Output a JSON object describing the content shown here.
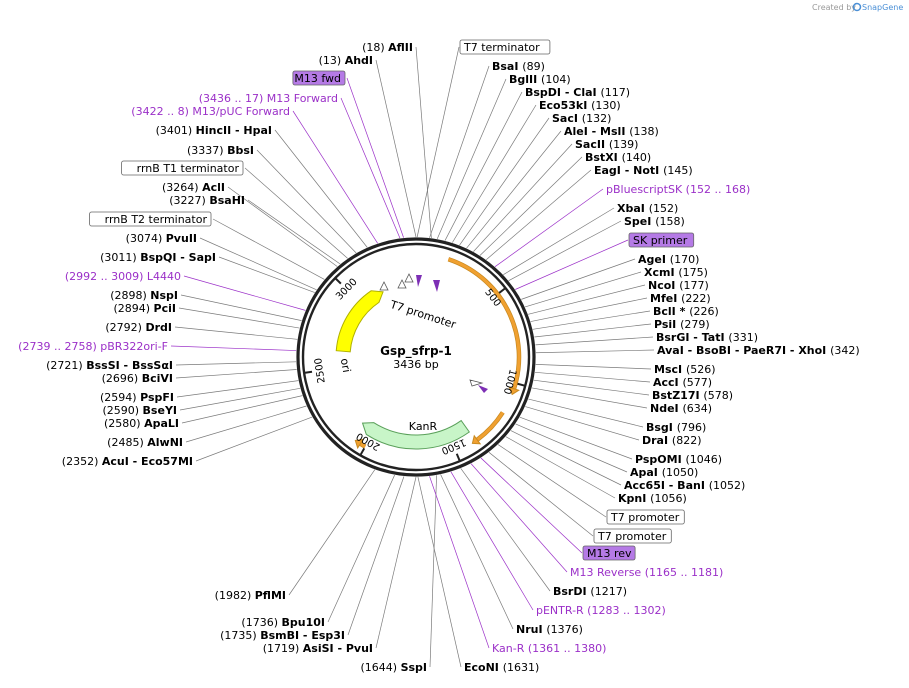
{
  "credit": {
    "prefix": "Created by",
    "brand": "SnapGene"
  },
  "plasmid": {
    "name": "Gsp_sfrp-1",
    "size_label": "3436 bp",
    "length": 3436
  },
  "colors": {
    "primer": "#9b30c8",
    "feature_orange": "#f0a030",
    "ori_yellow": "#ffff00",
    "kanr_green": "#c8f5c8",
    "primer_bind": "#b57ae6",
    "backbone": "#222222",
    "site_line": "#7a7a7a"
  },
  "ticks": [
    {
      "label": "500",
      "pos": 500
    },
    {
      "label": "1000",
      "pos": 1000
    },
    {
      "label": "1500",
      "pos": 1500
    },
    {
      "label": "2000",
      "pos": 2000
    },
    {
      "label": "2500",
      "pos": 2500
    },
    {
      "label": "3000",
      "pos": 3000
    }
  ],
  "features": [
    {
      "name": "T7 promoter",
      "start": 152,
      "end": 170,
      "kind": "promoter",
      "show": true
    },
    {
      "name": "",
      "start": 175,
      "end": 1030,
      "kind": "orange-arc-right",
      "show": false
    },
    {
      "name": "",
      "start": 1170,
      "end": 1370,
      "kind": "orange-small",
      "show": false
    },
    {
      "name": "KanR",
      "start": 1380,
      "end": 2030,
      "kind": "kanr",
      "show": true
    },
    {
      "name": "",
      "start": 2000,
      "end": 2030,
      "kind": "orange-bottom",
      "show": false
    },
    {
      "name": "ori",
      "start": 2620,
      "end": 3110,
      "kind": "ori",
      "show": true
    }
  ],
  "left_labels": [
    {
      "pos": 13,
      "enzyme": "AhdI",
      "num": "(13)",
      "kind": "enz"
    },
    {
      "pos": 18,
      "enzyme": "AflII",
      "num": "(18)",
      "kind": "enz"
    },
    {
      "pos": 15,
      "text": "M13 fwd",
      "kind": "boxed-primer"
    },
    {
      "pos": 8,
      "text": "(3436 .. 17)  M13 Forward",
      "kind": "primer"
    },
    {
      "pos": 3430,
      "text": "(3422 .. 8)  M13/pUC Forward",
      "kind": "primer"
    },
    {
      "pos": 3401,
      "enzyme": "HincII  -  HpaI",
      "num": "(3401)",
      "kind": "enz"
    },
    {
      "pos": 3337,
      "enzyme": "BbsI",
      "num": "(3337)",
      "kind": "enz"
    },
    {
      "pos": 3300,
      "text": "rrnB T1 terminator",
      "kind": "boxed"
    },
    {
      "pos": 3264,
      "enzyme": "AclI",
      "num": "(3264)",
      "kind": "enz"
    },
    {
      "pos": 3227,
      "enzyme": "BsaHI",
      "num": "(3227)",
      "kind": "enz"
    },
    {
      "pos": 3150,
      "text": "rrnB T2 terminator",
      "kind": "boxed"
    },
    {
      "pos": 3074,
      "enzyme": "PvuII",
      "num": "(3074)",
      "kind": "enz"
    },
    {
      "pos": 3011,
      "enzyme": "BspQI  -  SapI",
      "num": "(3011)",
      "kind": "enz"
    },
    {
      "pos": 3000,
      "text": "(2992 .. 3009)  L4440",
      "kind": "primer"
    },
    {
      "pos": 2898,
      "enzyme": "NspI",
      "num": "(2898)",
      "kind": "enz"
    },
    {
      "pos": 2894,
      "enzyme": "PciI",
      "num": "(2894)",
      "kind": "enz"
    },
    {
      "pos": 2792,
      "enzyme": "DrdI",
      "num": "(2792)",
      "kind": "enz"
    },
    {
      "pos": 2748,
      "text": "(2739 .. 2758)  pBR322ori-F",
      "kind": "primer"
    },
    {
      "pos": 2721,
      "enzyme": "BssSI  -  BssSαI",
      "num": "(2721)",
      "kind": "enz"
    },
    {
      "pos": 2696,
      "enzyme": "BciVI",
      "num": "(2696)",
      "kind": "enz"
    },
    {
      "pos": 2594,
      "enzyme": "PspFI",
      "num": "(2594)",
      "kind": "enz"
    },
    {
      "pos": 2590,
      "enzyme": "BseYI",
      "num": "(2590)",
      "kind": "enz"
    },
    {
      "pos": 2580,
      "enzyme": "ApaLI",
      "num": "(2580)",
      "kind": "enz"
    },
    {
      "pos": 2485,
      "enzyme": "AlwNI",
      "num": "(2485)",
      "kind": "enz"
    },
    {
      "pos": 2352,
      "enzyme": "AcuI  -  Eco57MI",
      "num": "(2352)",
      "kind": "enz"
    },
    {
      "pos": 1982,
      "enzyme": "PflMI",
      "num": "(1982)",
      "kind": "enz"
    },
    {
      "pos": 1736,
      "enzyme": "Bpu10I",
      "num": "(1736)",
      "kind": "enz"
    },
    {
      "pos": 1735,
      "enzyme": "BsmBI  -  Esp3I",
      "num": "(1735)",
      "kind": "enz"
    },
    {
      "pos": 1719,
      "enzyme": "AsiSI  -  PvuI",
      "num": "(1719)",
      "kind": "enz"
    },
    {
      "pos": 1644,
      "enzyme": "SspI",
      "num": "(1644)",
      "kind": "enz"
    }
  ],
  "right_labels": [
    {
      "pos": 60,
      "text": "T7 terminator",
      "kind": "boxed"
    },
    {
      "pos": 89,
      "enzyme": "BsaI",
      "num": "(89)",
      "kind": "enz"
    },
    {
      "pos": 104,
      "enzyme": "BglII",
      "num": "(104)",
      "kind": "enz"
    },
    {
      "pos": 117,
      "enzyme": "BspDI  -  ClaI",
      "num": "(117)",
      "kind": "enz"
    },
    {
      "pos": 130,
      "enzyme": "Eco53kI",
      "num": "(130)",
      "kind": "enz"
    },
    {
      "pos": 132,
      "enzyme": "SacI",
      "num": "(132)",
      "kind": "enz"
    },
    {
      "pos": 138,
      "enzyme": "AleI  -  MslI",
      "num": "(138)",
      "kind": "enz"
    },
    {
      "pos": 139,
      "enzyme": "SacII",
      "num": "(139)",
      "kind": "enz"
    },
    {
      "pos": 140,
      "enzyme": "BstXI",
      "num": "(140)",
      "kind": "enz"
    },
    {
      "pos": 145,
      "enzyme": "EagI  -  NotI",
      "num": "(145)",
      "kind": "enz"
    },
    {
      "pos": 160,
      "text": "pBluescriptSK    (152 .. 168)",
      "kind": "primer"
    },
    {
      "pos": 152,
      "enzyme": "XbaI",
      "num": "(152)",
      "kind": "enz"
    },
    {
      "pos": 158,
      "enzyme": "SpeI",
      "num": "(158)",
      "kind": "enz"
    },
    {
      "pos": 162,
      "text": "SK primer",
      "kind": "boxed-primer"
    },
    {
      "pos": 170,
      "enzyme": "AgeI",
      "num": "(170)",
      "kind": "enz"
    },
    {
      "pos": 175,
      "enzyme": "XcmI",
      "num": "(175)",
      "kind": "enz"
    },
    {
      "pos": 177,
      "enzyme": "NcoI",
      "num": "(177)",
      "kind": "enz"
    },
    {
      "pos": 222,
      "enzyme": "MfeI",
      "num": "(222)",
      "kind": "enz"
    },
    {
      "pos": 226,
      "enzyme": "BclI *",
      "num": "(226)",
      "kind": "enz"
    },
    {
      "pos": 279,
      "enzyme": "PsiI",
      "num": "(279)",
      "kind": "enz"
    },
    {
      "pos": 331,
      "enzyme": "BsrGI  -  TatI",
      "num": "(331)",
      "kind": "enz"
    },
    {
      "pos": 342,
      "enzyme": "AvaI  -  BsoBI  -  PaeR7I  -  XhoI",
      "num": "(342)",
      "kind": "enz"
    },
    {
      "pos": 526,
      "enzyme": "MscI",
      "num": "(526)",
      "kind": "enz"
    },
    {
      "pos": 577,
      "enzyme": "AccI",
      "num": "(577)",
      "kind": "enz"
    },
    {
      "pos": 578,
      "enzyme": "BstZ17I",
      "num": "(578)",
      "kind": "enz"
    },
    {
      "pos": 634,
      "enzyme": "NdeI",
      "num": "(634)",
      "kind": "enz"
    },
    {
      "pos": 796,
      "enzyme": "BsgI",
      "num": "(796)",
      "kind": "enz"
    },
    {
      "pos": 822,
      "enzyme": "DraI",
      "num": "(822)",
      "kind": "enz"
    },
    {
      "pos": 1046,
      "enzyme": "PspOMI",
      "num": "(1046)",
      "kind": "enz"
    },
    {
      "pos": 1050,
      "enzyme": "ApaI",
      "num": "(1050)",
      "kind": "enz"
    },
    {
      "pos": 1052,
      "enzyme": "Acc65I  -  BanI",
      "num": "(1052)",
      "kind": "enz"
    },
    {
      "pos": 1056,
      "enzyme": "KpnI",
      "num": "(1056)",
      "kind": "enz"
    },
    {
      "pos": 1080,
      "text": "T7 promoter",
      "kind": "boxed"
    },
    {
      "pos": 1100,
      "text": "T7 promoter",
      "kind": "boxed"
    },
    {
      "pos": 1173,
      "text": "M13 rev",
      "kind": "boxed-primer"
    },
    {
      "pos": 1173,
      "text": "M13 Reverse    (1165 .. 1181)",
      "kind": "primer"
    },
    {
      "pos": 1217,
      "enzyme": "BsrDI",
      "num": "(1217)",
      "kind": "enz"
    },
    {
      "pos": 1292,
      "text": "pENTR-R    (1283 .. 1302)",
      "kind": "primer"
    },
    {
      "pos": 1376,
      "enzyme": "NruI",
      "num": "(1376)",
      "kind": "enz"
    },
    {
      "pos": 1370,
      "text": "Kan-R    (1361 .. 1380)",
      "kind": "primer"
    },
    {
      "pos": 1631,
      "enzyme": "EcoNI",
      "num": "(1631)",
      "kind": "enz"
    }
  ]
}
